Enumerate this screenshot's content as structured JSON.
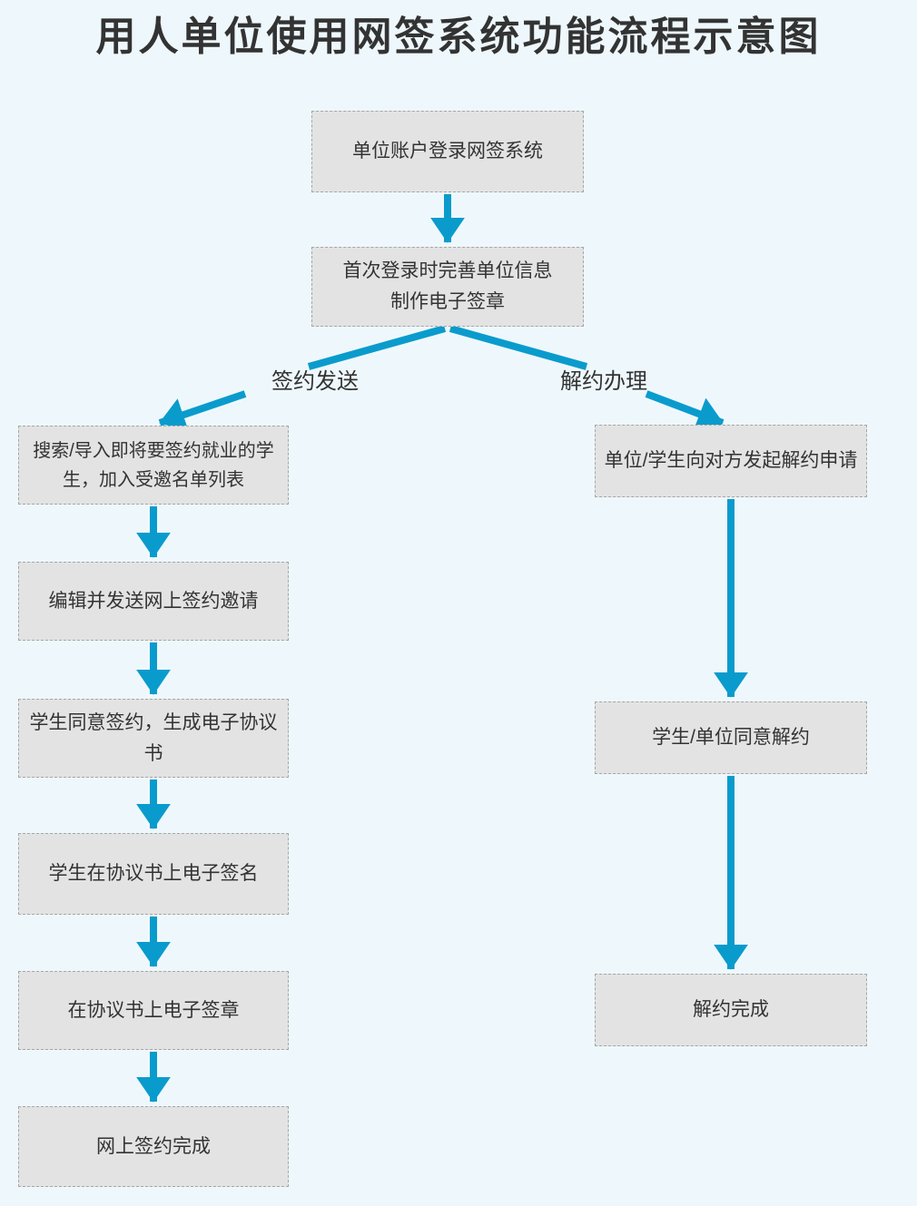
{
  "title": "用人单位使用网签系统功能流程示意图",
  "colors": {
    "background": "#eef8fc",
    "box_fill": "#e3e3e3",
    "box_border": "#a6a6a6",
    "arrow": "#0a9bcd",
    "text": "#333333"
  },
  "branches": {
    "left_label": "签约发送",
    "right_label": "解约办理"
  },
  "nodes": {
    "login": "单位账户登录网签系统",
    "setup": "首次登录时完善单位信息\n制作电子签章",
    "left": [
      "搜索/导入即将要签约就业的学\n生，加入受邀名单列表",
      "编辑并发送网上签约邀请",
      "学生同意签约，生成电子协议书",
      "学生在协议书上电子签名",
      "在协议书上电子签章",
      "网上签约完成"
    ],
    "right": [
      "单位/学生向对方发起解约申请",
      "学生/单位同意解约",
      "解约完成"
    ]
  }
}
